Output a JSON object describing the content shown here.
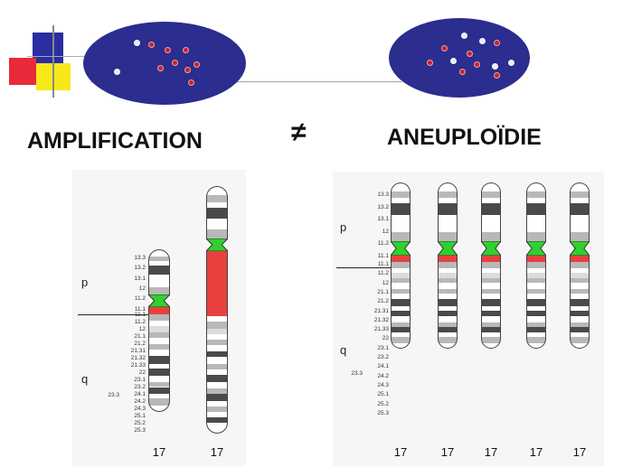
{
  "headings": {
    "left": "AMPLIFICATION",
    "right": "ANEUPLOÏDIE",
    "symbol": "≠"
  },
  "colors": {
    "cell": "#2b2d8f",
    "red_dot": "#cc1f2a",
    "white_dot": "#e9eef5",
    "green": "#2fd12f",
    "red": "#e8403e",
    "dark_band": "#4a4a4a",
    "gray_band": "#b8b8b8",
    "light_band": "#dcdcdc"
  },
  "arms": {
    "p": "p",
    "q": "q"
  },
  "chromosome_name": "17",
  "band_labels": {
    "p": [
      "13.3",
      "13.2",
      "13.1",
      "12",
      "11.2",
      "11.1"
    ],
    "q": [
      "11.1",
      "11.2",
      "12",
      "21.1",
      "21.2",
      "21.31",
      "21.32",
      "21.33",
      "22",
      "23.1",
      "23.2",
      "24.1",
      "24.2",
      "24.3",
      "25.1",
      "25.2",
      "25.3"
    ],
    "side_label": "23.3"
  },
  "right_panel_labels": {
    "p": [
      "13.3",
      "13.2",
      "13.1",
      "12",
      "11.2",
      "11.1"
    ],
    "q": [
      "11.1",
      "11.2",
      "12",
      "21.1",
      "21.2",
      "21.31",
      "21.32",
      "21.33",
      "22",
      "23.1",
      "23.2",
      "24.1",
      "24.2",
      "24.3",
      "25.1",
      "25.2",
      "25.3"
    ],
    "side_label": "23.3"
  }
}
